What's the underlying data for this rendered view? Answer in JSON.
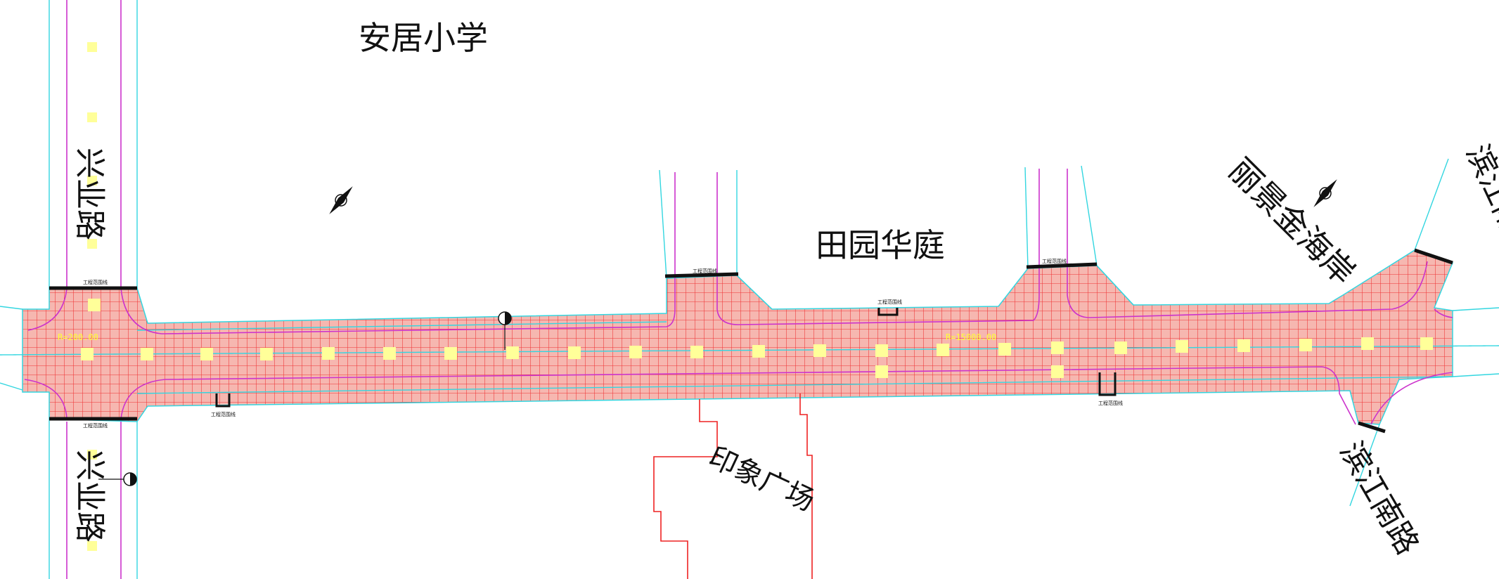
{
  "labels": {
    "school": "安居小学",
    "garden": "田园华庭",
    "haian": "丽景金海岸",
    "plaza": "印象广场",
    "xingye_north": "兴业路",
    "xingye_south": "兴业路",
    "binjiang_north": "滨江南路",
    "binjiang_south": "滨江南路"
  },
  "stop_line_note": "工程范围线",
  "yellow_marks": [
    "R=200.00",
    "R=15000.00"
  ],
  "colors": {
    "paving_fill": "#f6b7b0",
    "paving_grid": "#ee3333",
    "curb_line": "#33d6e0",
    "lane_line": "#cc33cc",
    "label_yellow": "#ffff33",
    "building_outline": "#ee2222"
  },
  "icons": [
    "north-arrow-icon",
    "benchmark-icon"
  ]
}
